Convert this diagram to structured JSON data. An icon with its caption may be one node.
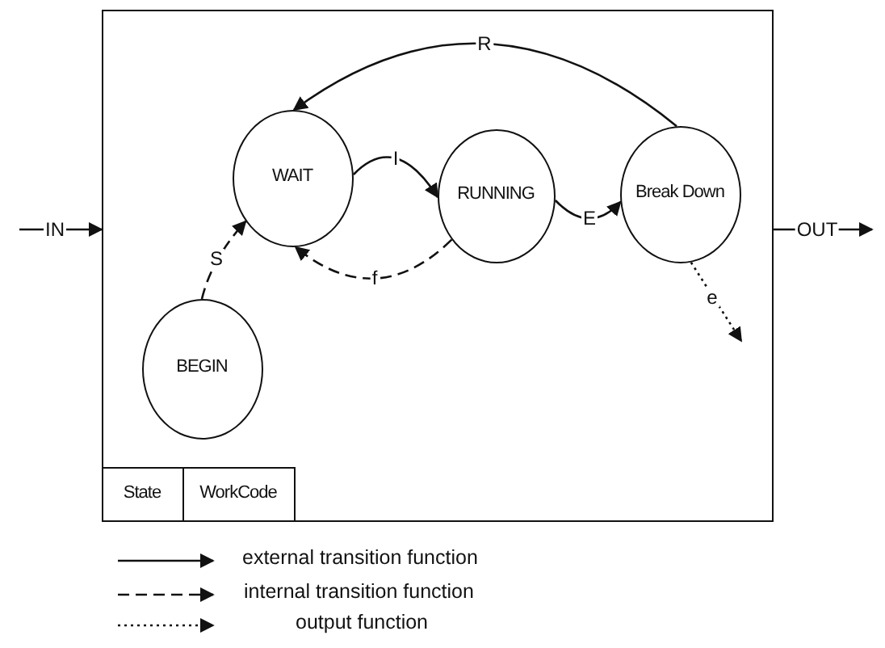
{
  "diagram": {
    "nodes": [
      {
        "text": [],
        "shape": "box"
      },
      {
        "text": [
          "WAIT"
        ],
        "in": 0
      },
      {
        "text": [
          "RUNNING"
        ],
        "in": 0
      },
      {
        "text": [
          "Break Down"
        ],
        "in": 0
      },
      {
        "text": [
          "BEGIN"
        ],
        "in": 0
      },
      {
        "text": [
          "State"
        ],
        "in": 0
      },
      {
        "text": [
          "WorkCode"
        ],
        "in": 0
      }
    ],
    "edges": [
      {
        "from": null,
        "to": 0,
        "arrow": "to",
        "label": "IN"
      },
      {
        "from": 0,
        "to": null,
        "arrow": "to",
        "label": "OUT"
      },
      {
        "from": 3,
        "to": 1,
        "arrow": "to",
        "label": "R"
      },
      {
        "from": 1,
        "to": 2,
        "arrow": "to",
        "label": "I"
      },
      {
        "from": 2,
        "to": 3,
        "arrow": "to",
        "label": "E"
      },
      {
        "from": 2,
        "to": 1,
        "arrow": "to",
        "label": "f",
        "style": "dashed"
      },
      {
        "from": 4,
        "to": 1,
        "arrow": "to",
        "label": "S",
        "style": "dashed"
      },
      {
        "from": 3,
        "to": null,
        "arrow": "to",
        "label": "e",
        "style": "dashed"
      }
    ],
    "legend": [
      {
        "text": "external transition function"
      },
      {
        "text": "internal transition function"
      },
      {
        "text": "output function"
      }
    ]
  }
}
